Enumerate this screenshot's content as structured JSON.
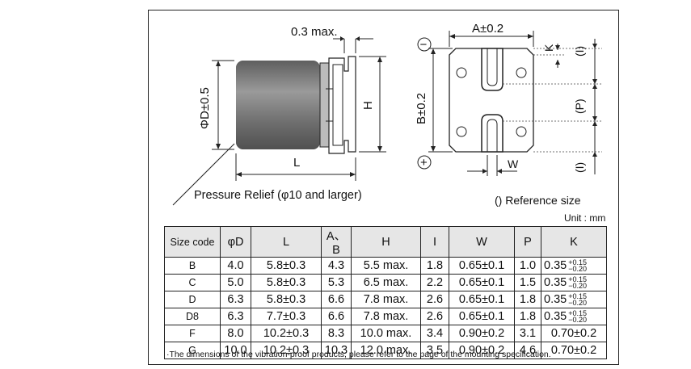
{
  "diagram": {
    "max_label": "0.3 max.",
    "diameter_label": "ΦD±0.5",
    "length_label": "L",
    "height_label": "H",
    "pressure_relief": "Pressure Relief (φ10 and larger)",
    "a_label": "A±0.2",
    "b_label": "B±0.2",
    "k_label": "K",
    "i_label": "(I)",
    "p_label": "(P)",
    "w_label": "W",
    "minus_sign": "−",
    "plus_sign": "+",
    "reference": "() Reference size"
  },
  "unit": "Unit : mm",
  "table": {
    "headers": [
      "Size code",
      "φD",
      "L",
      "A、B",
      "H",
      "I",
      "W",
      "P",
      "K"
    ],
    "rows": [
      {
        "code": "B",
        "d": "4.0",
        "l": "5.8±0.3",
        "ab": "4.3",
        "h": "5.5 max.",
        "i": "1.8",
        "w": "0.65±0.1",
        "p": "1.0",
        "k": "0.35",
        "k_plus": "+0.15",
        "k_minus": "−0.20"
      },
      {
        "code": "C",
        "d": "5.0",
        "l": "5.8±0.3",
        "ab": "5.3",
        "h": "6.5 max.",
        "i": "2.2",
        "w": "0.65±0.1",
        "p": "1.5",
        "k": "0.35",
        "k_plus": "+0.15",
        "k_minus": "−0.20"
      },
      {
        "code": "D",
        "d": "6.3",
        "l": "5.8±0.3",
        "ab": "6.6",
        "h": "7.8 max.",
        "i": "2.6",
        "w": "0.65±0.1",
        "p": "1.8",
        "k": "0.35",
        "k_plus": "+0.15",
        "k_minus": "−0.20"
      },
      {
        "code": "D8",
        "d": "6.3",
        "l": "7.7±0.3",
        "ab": "6.6",
        "h": "7.8 max.",
        "i": "2.6",
        "w": "0.65±0.1",
        "p": "1.8",
        "k": "0.35",
        "k_plus": "+0.15",
        "k_minus": "−0.20"
      },
      {
        "code": "F",
        "d": "8.0",
        "l": "10.2±0.3",
        "ab": "8.3",
        "h": "10.0 max.",
        "i": "3.4",
        "w": "0.90±0.2",
        "p": "3.1",
        "k": "0.70±0.2"
      },
      {
        "code": "G",
        "d": "10.0",
        "l": "10.2±0.3",
        "ab": "10.3",
        "h": "12.0 max.",
        "i": "3.5",
        "w": "0.90±0.2",
        "p": "4.6",
        "k": "0.70±0.2"
      }
    ]
  },
  "note": "·The dimensions of the vibration-proof products, please refer to the page of the mounting specification."
}
